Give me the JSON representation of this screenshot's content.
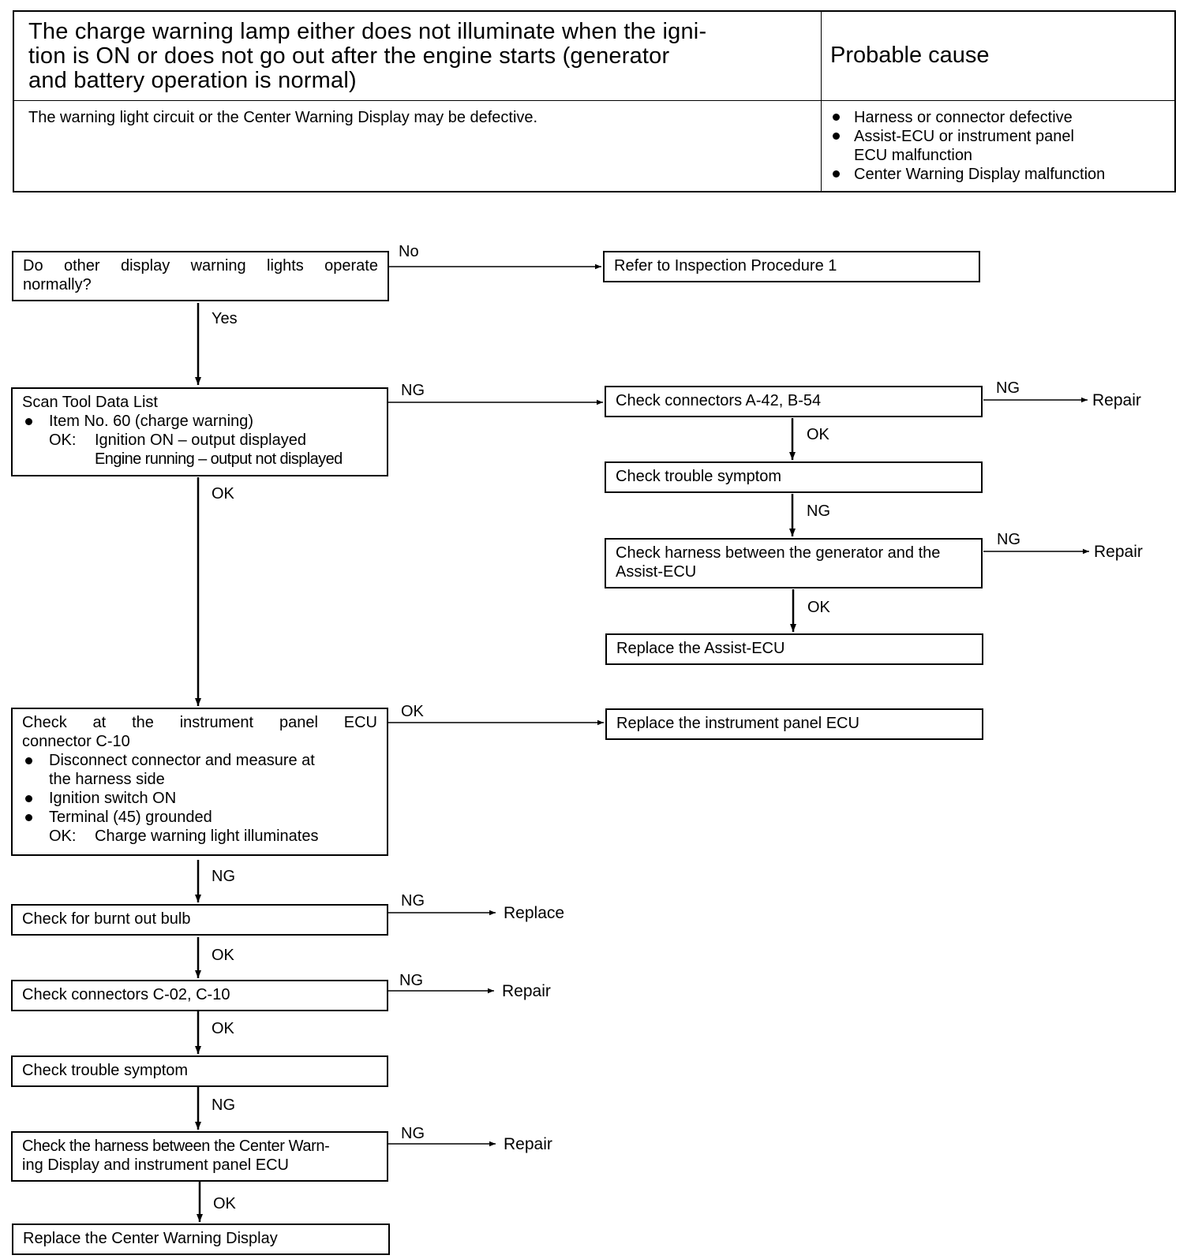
{
  "header": {
    "title": "The charge warning lamp either does not illuminate when the igni-tion is ON or does not go out after the engine starts (generator and battery operation is normal)",
    "title_lines": [
      "The charge warning lamp either does not illuminate when the igni-",
      "tion is ON or does not go out after the engine starts (generator",
      "and battery operation is normal)"
    ],
    "cause_heading": "Probable cause",
    "description": "The warning light circuit or the Center Warning Display may be defective.",
    "causes": [
      [
        "Harness or connector defective"
      ],
      [
        "Assist-ECU or instrument panel",
        "ECU malfunction"
      ],
      [
        "Center Warning Display malfunction"
      ]
    ]
  },
  "flow": {
    "q_other_lights": [
      "Do other display warning lights operate",
      "normally?"
    ],
    "refer_proc1": "Refer to Inspection Procedure 1",
    "scan_tool": {
      "title": "Scan Tool Data List",
      "item": "Item No. 60 (charge warning)",
      "ok_label": "OK:",
      "ok_1": "Ignition ON – output displayed",
      "ok_2": "Engine running – output not displayed"
    },
    "check_conn_a42_b54": "Check connectors A-42, B-54",
    "check_symptom_right": "Check trouble symptom",
    "check_harness_gen": [
      "Check harness between the generator and the",
      "Assist-ECU"
    ],
    "replace_assist_ecu": "Replace the Assist-ECU",
    "check_ipecu": {
      "line1": "Check at the instrument panel ECU",
      "line2": "connector C-10",
      "bullets": [
        [
          "Disconnect connector and measure at",
          "the harness side"
        ],
        [
          "Ignition switch ON"
        ],
        [
          "Terminal (45) grounded"
        ]
      ],
      "ok_label": "OK:",
      "ok_text": "Charge warning light illuminates"
    },
    "replace_ipecu": "Replace the instrument panel ECU",
    "check_bulb": "Check for burnt out bulb",
    "check_conn_c02_c10": "Check connectors C-02, C-10",
    "check_symptom_left": "Check trouble symptom",
    "check_harness_cwd": [
      "Check the harness between the Center Warn-",
      "ing Display and instrument panel ECU"
    ],
    "replace_cwd": "Replace the Center Warning Display"
  },
  "labels": {
    "no": "No",
    "yes": "Yes",
    "ng": "NG",
    "ok": "OK",
    "repair": "Repair",
    "replace": "Replace"
  }
}
